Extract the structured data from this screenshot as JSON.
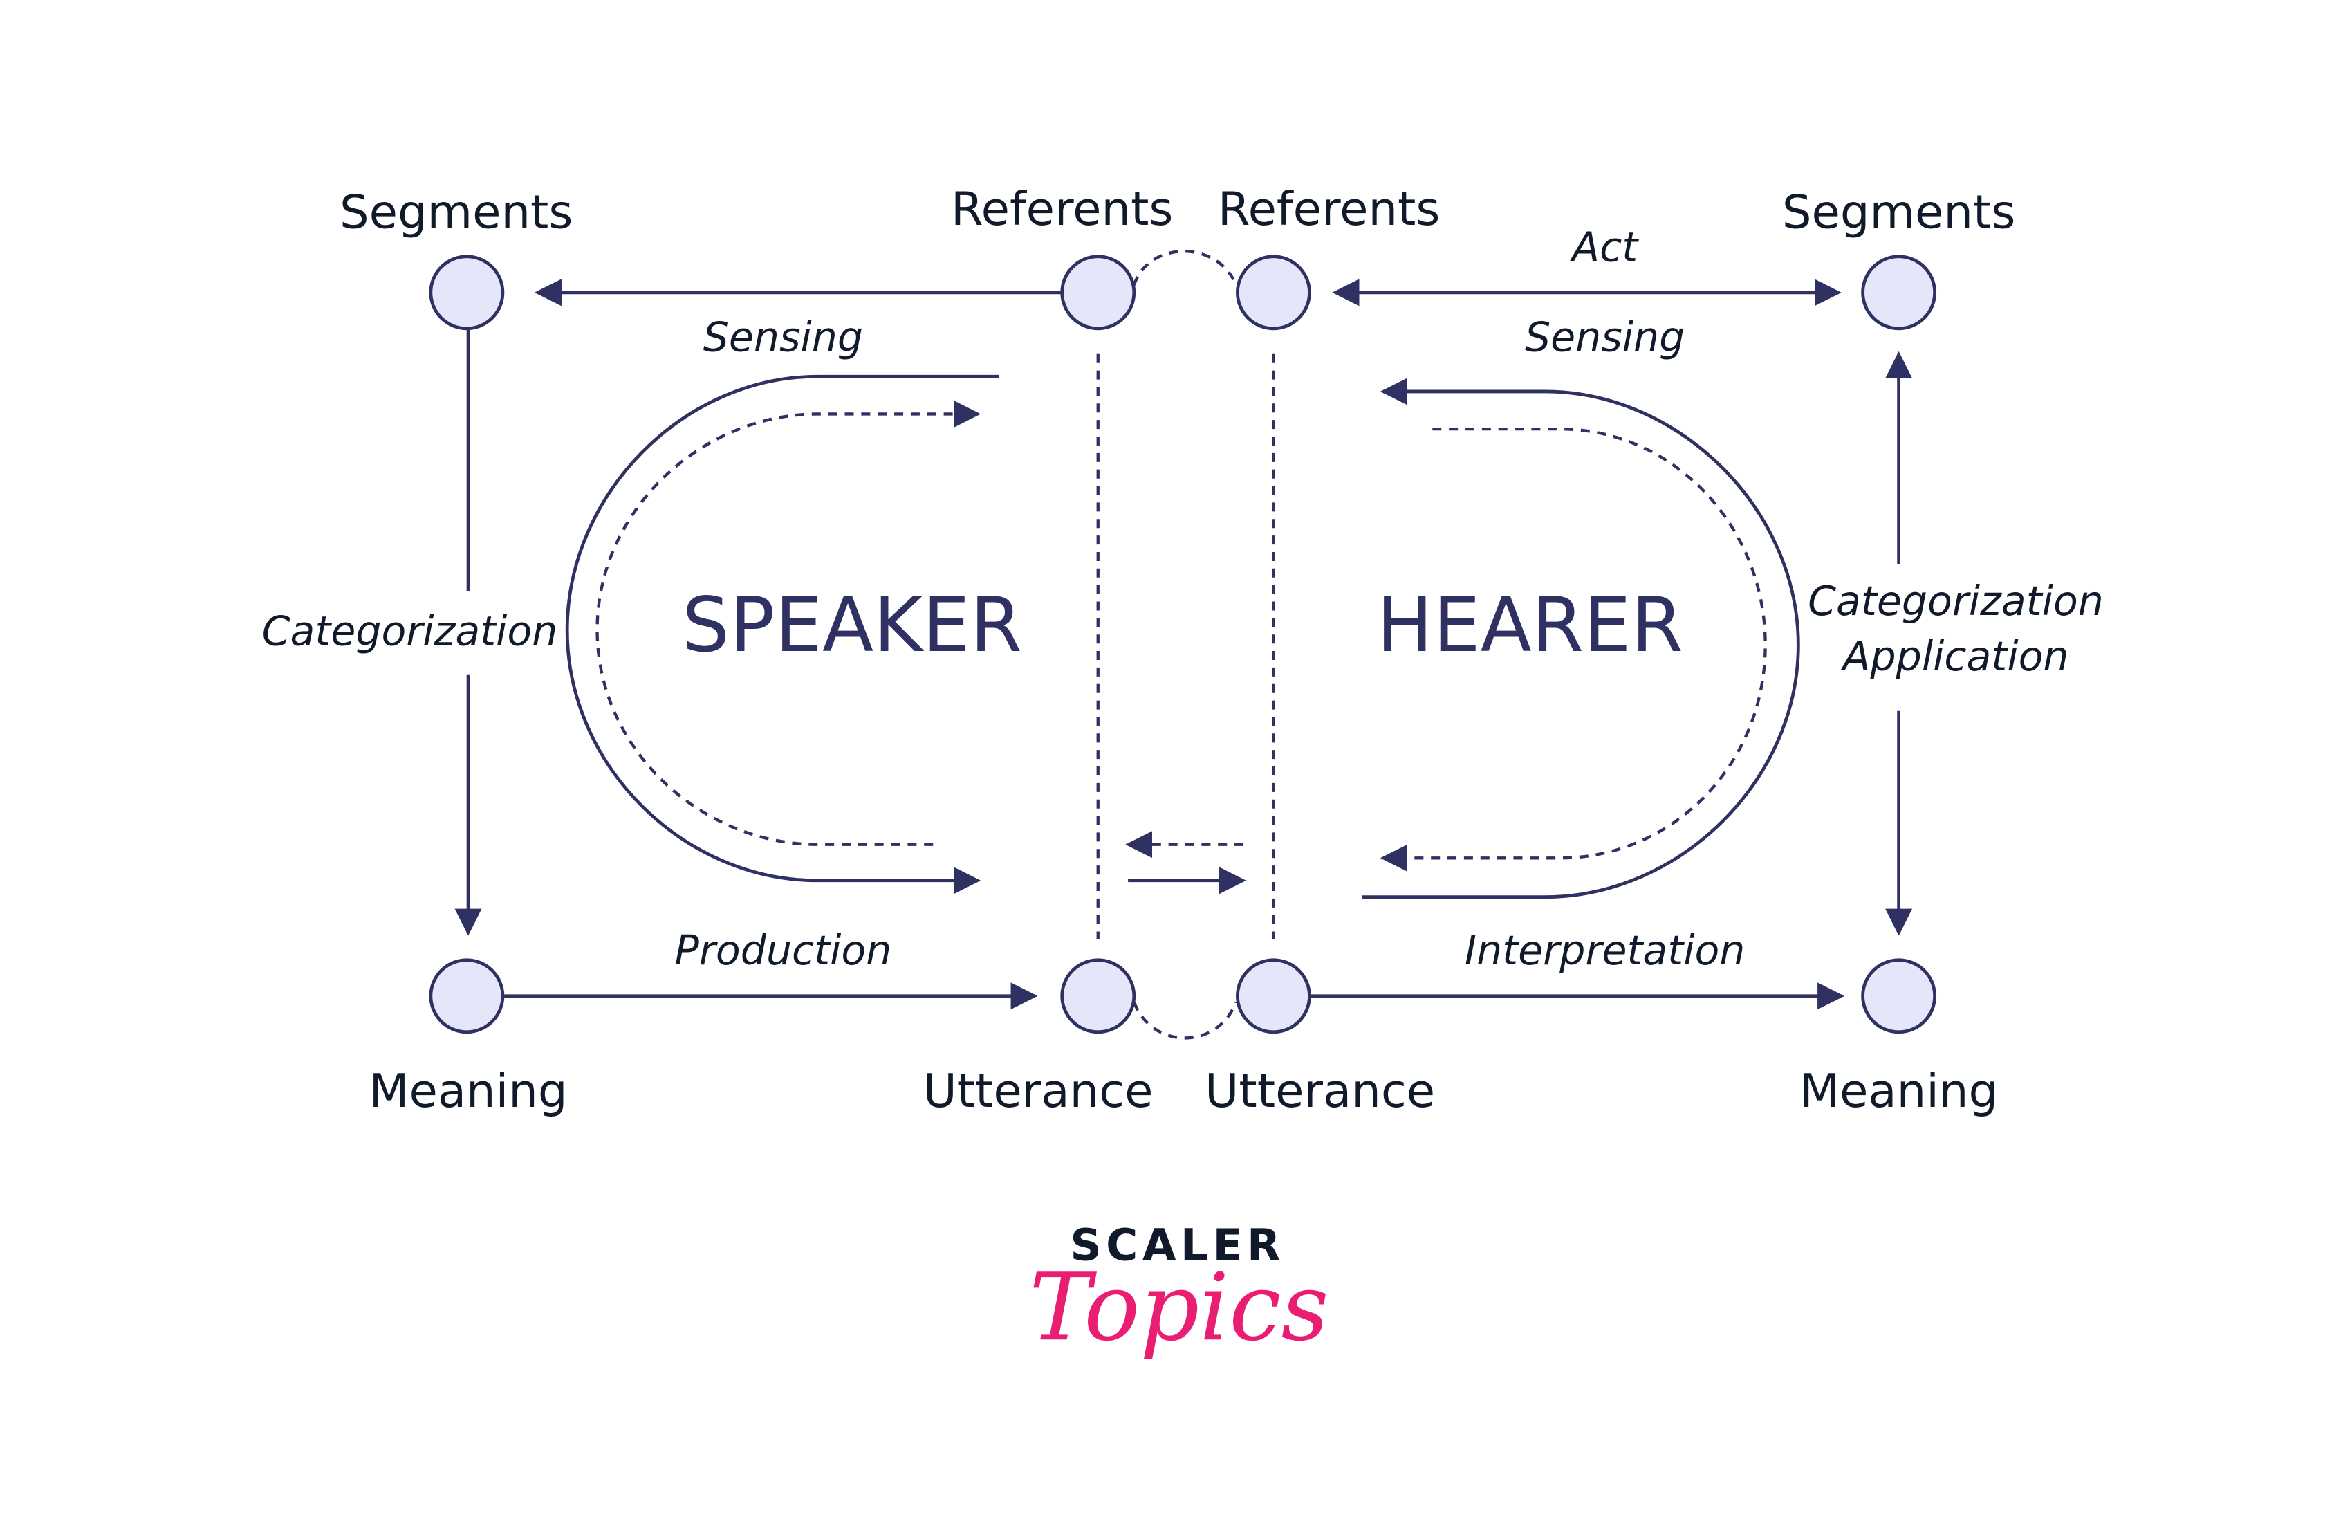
{
  "diagram": {
    "colors": {
      "stroke": "#2e3161",
      "node_fill": "#e6e6fa",
      "text": "#111a2b",
      "brand_pink": "#e91e73"
    },
    "speaker": {
      "title": "SPEAKER",
      "segments_label": "Segments",
      "referents_label": "Referents",
      "meaning_label": "Meaning",
      "utterance_label": "Utterance",
      "sensing_label": "Sensing",
      "categorization_label": "Categorization",
      "production_label": "Production"
    },
    "hearer": {
      "title": "HEARER",
      "segments_label": "Segments",
      "referents_label": "Referents",
      "meaning_label": "Meaning",
      "utterance_label": "Utterance",
      "sensing_label": "Sensing",
      "act_label": "Act",
      "categorization_label": "Categorization",
      "application_label": "Application",
      "interpretation_label": "Interpretation"
    }
  },
  "logo": {
    "line1": "SCALER",
    "line2": "Topics"
  }
}
